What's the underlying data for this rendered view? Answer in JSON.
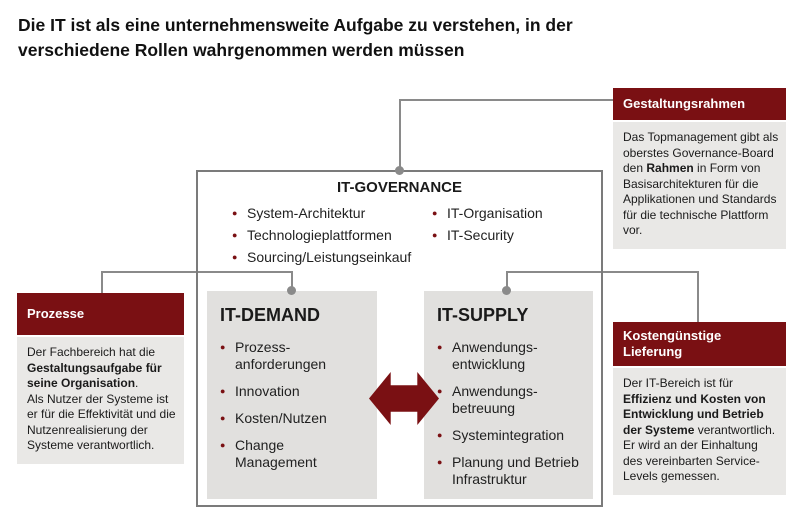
{
  "colors": {
    "maroon_accent": "#7a1013",
    "panel_gray": "#e1e0de",
    "body_gray": "#e9e8e6",
    "connector_gray": "#8a8a8a",
    "title_text": "#111111"
  },
  "title": "Die IT ist als eine unternehmensweite Aufgabe zu verstehen, in der\nverschiedene Rollen wahrgenommen werden müssen",
  "governance": {
    "title": "IT-GOVERNANCE",
    "items_left": [
      "System-Architektur",
      "Technologieplattformen",
      "Sourcing/Leistungseinkauf"
    ],
    "items_right": [
      "IT-Organisation",
      "IT-Security"
    ]
  },
  "demand": {
    "title": "IT-DEMAND",
    "items": [
      "Prozess-\nanforderungen",
      "Innovation",
      "Kosten/Nutzen",
      "Change\nManagement"
    ]
  },
  "supply": {
    "title": "IT-SUPPLY",
    "items": [
      "Anwendungs-\nentwicklung",
      "Anwendungs-\nbetreuung",
      "Systemintegration",
      "Planung und Betrieb\nInfrastruktur"
    ]
  },
  "bullet_glyph": "●",
  "boxes": {
    "gestaltungsrahmen": {
      "header": "Gestaltungsrahmen",
      "body": [
        {
          "t": "Das Topmanagement gibt als oberstes Governance-Board den ",
          "b": false
        },
        {
          "t": "Rahmen",
          "b": true
        },
        {
          "t": " in Form von Basisarchitekturen für die Applikationen und Standards für die technische Plattform vor.",
          "b": false
        }
      ]
    },
    "prozesse": {
      "header": "Prozesse",
      "body": [
        {
          "t": "Der Fachbereich hat die ",
          "b": false
        },
        {
          "t": "Gestaltungsaufgabe für seine Organisation",
          "b": true
        },
        {
          "t": ".",
          "b": false
        },
        {
          "br": true
        },
        {
          "t": "Als Nutzer der Systeme ist er für die Effektivität und die Nutzenrealisierung der Systeme verantwortlich.",
          "b": false
        }
      ]
    },
    "kosten": {
      "header": "Kostengünstige\nLieferung",
      "body": [
        {
          "t": "Der IT-Bereich ist für ",
          "b": false
        },
        {
          "t": "Effizienz und Kosten von Entwicklung und Betrieb der Systeme",
          "b": true
        },
        {
          "t": " verantwortlich. Er wird an der Einhaltung des vereinbarten Service-Levels gemessen.",
          "b": false
        }
      ]
    }
  }
}
